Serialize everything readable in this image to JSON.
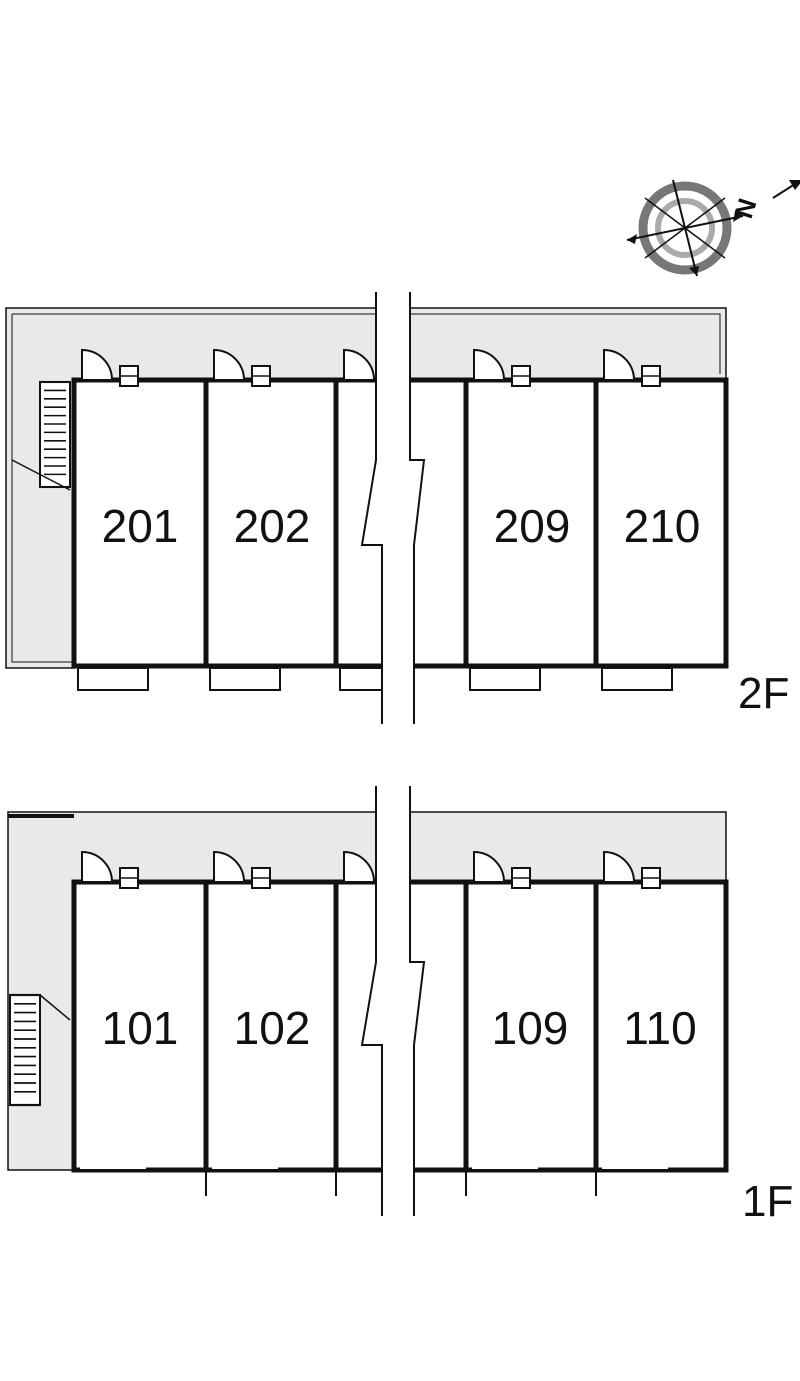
{
  "floors": {
    "upper": {
      "label": "2F",
      "units": [
        "201",
        "202",
        "209",
        "210"
      ]
    },
    "lower": {
      "label": "1F",
      "units": [
        "101",
        "102",
        "109",
        "110"
      ]
    }
  },
  "compass": {
    "north_label": "N"
  },
  "colors": {
    "corridor": "#e9e9e9",
    "wall": "#111111",
    "background": "#ffffff"
  }
}
